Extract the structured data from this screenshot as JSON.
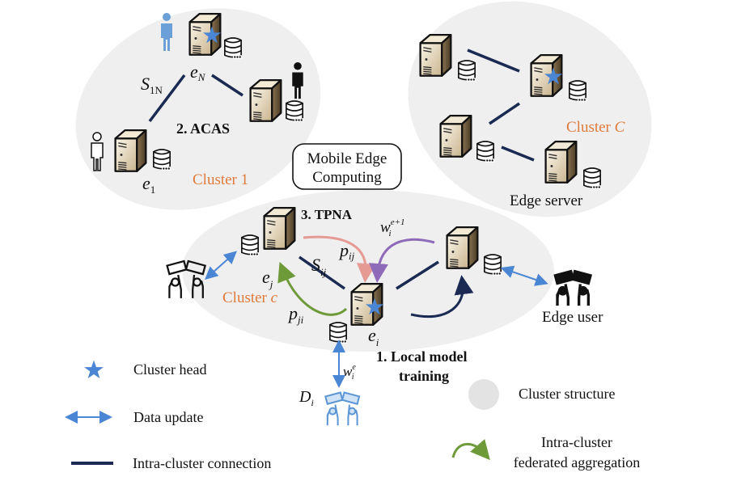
{
  "title_box": {
    "line1": "Mobile Edge",
    "line2": "Computing"
  },
  "clusters": [
    {
      "id": "cluster-1",
      "label": "Cluster 1"
    },
    {
      "id": "cluster-C",
      "label_prefix": "Cluster ",
      "label_var": "C"
    },
    {
      "id": "cluster-c",
      "label_prefix": "Cluster ",
      "label_var": "c"
    }
  ],
  "steps": {
    "step1_line1": "1. Local model",
    "step1_line2": "training",
    "step2": "2. ACAS",
    "step3": "3. TPNA"
  },
  "node_labels": {
    "eN": {
      "base": "e",
      "sub": "N"
    },
    "e1": {
      "base": "e",
      "sub": "1"
    },
    "ej": {
      "base": "e",
      "sub": "j"
    },
    "ei": {
      "base": "e",
      "sub": "i"
    },
    "S1N": {
      "base": "S",
      "sub": "1N"
    },
    "Sij": {
      "base": "S",
      "sub": "ij"
    },
    "pij": {
      "base": "p",
      "sub": "ij"
    },
    "pji": {
      "base": "p",
      "sub": "ji"
    },
    "w_next": {
      "base": "w",
      "sub": "i",
      "sup": "e+1"
    },
    "w_e": {
      "base": "w",
      "sub": "i",
      "sup": "e"
    },
    "Di": {
      "base": "D",
      "sub": "i"
    }
  },
  "annotations": {
    "edge_server": "Edge server",
    "edge_user": "Edge user"
  },
  "legend": [
    {
      "icon": "star-icon",
      "label": "Cluster head"
    },
    {
      "icon": "double-arrow-icon",
      "label": "Data update"
    },
    {
      "icon": "line-icon",
      "label": "Intra-cluster connection"
    },
    {
      "icon": "circle-icon",
      "label": "Cluster structure"
    },
    {
      "icon": "curved-arrow-icon",
      "label_line1": "Intra-cluster",
      "label_line2": "federated aggregation"
    }
  ],
  "colors": {
    "cluster_fill": "#efefef",
    "connection": "#1a2a52",
    "star": "#4a86d4",
    "data_update": "#4a86d4",
    "cluster_label": "#e07a3b",
    "arrow_pij": "#e59a93",
    "arrow_w": "#8e6bb8",
    "arrow_pji": "#6f9a3a",
    "arrow_local": "#1a2a52"
  }
}
